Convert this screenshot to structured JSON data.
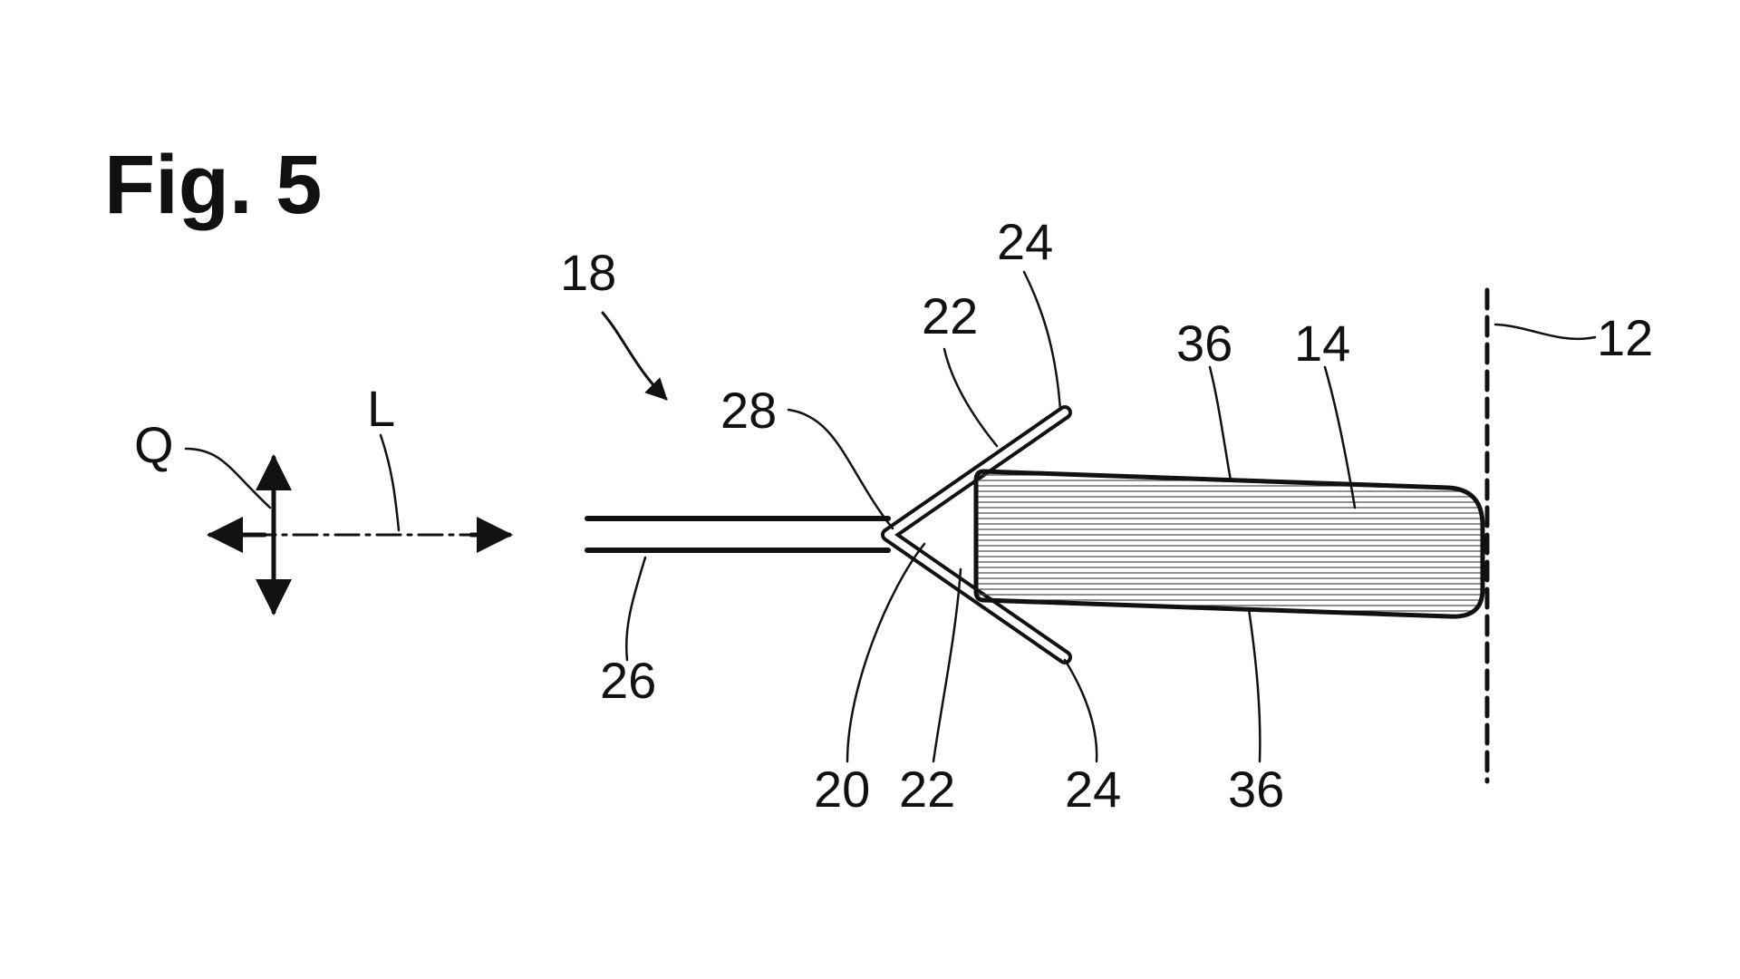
{
  "figure": {
    "title": "Fig. 5",
    "labels": {
      "q": "Q",
      "l": "L",
      "ref_18": "18",
      "ref_28": "28",
      "ref_22_top": "22",
      "ref_24_top": "24",
      "ref_36_top": "36",
      "ref_14": "14",
      "ref_12": "12",
      "ref_26": "26",
      "ref_20": "20",
      "ref_22_bottom": "22",
      "ref_24_bottom": "24",
      "ref_36_bottom": "36"
    }
  }
}
